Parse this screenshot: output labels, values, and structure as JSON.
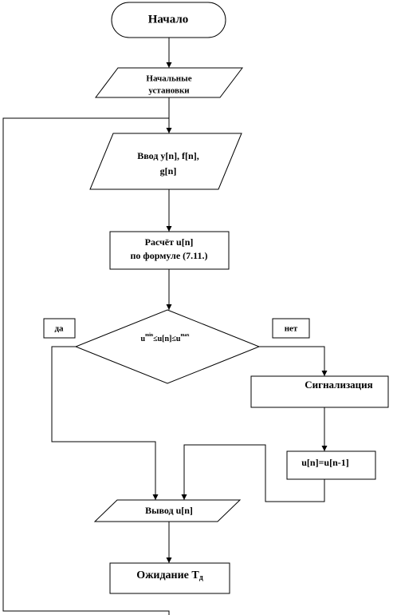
{
  "nodes": {
    "start": "Начало",
    "init_1": "Начальные",
    "init_2": "установки",
    "input_1": "Ввод y[n],  f[n],",
    "input_2": "g[n]",
    "calc_1": "Расчёт u[n]",
    "calc_2": "по формуле  (7.11.)",
    "cond_u": "u",
    "cond_min": "min",
    "cond_mid": "≤u[n]≤u",
    "cond_max": "max",
    "alarm": "Сигнализация",
    "assign": "u[n]=u[n-1]",
    "output": "Вывод u[n]",
    "wait": "Ожидание Т",
    "wait_sub": "д"
  },
  "labels": {
    "yes": "да",
    "no": "нет"
  }
}
